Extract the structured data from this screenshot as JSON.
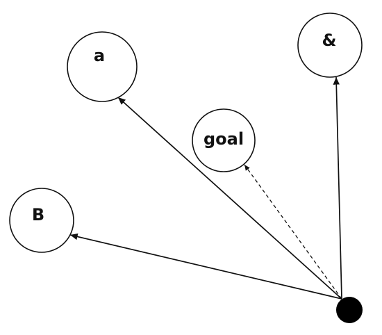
{
  "nodes": [
    {
      "id": "a",
      "label": "a"
    },
    {
      "id": "amp",
      "label": "&"
    },
    {
      "id": "goal",
      "label": "goal"
    },
    {
      "id": "b",
      "label": "B"
    }
  ],
  "edges": [
    {
      "from": "origin",
      "to": "a",
      "style": "solid"
    },
    {
      "from": "origin",
      "to": "amp",
      "style": "solid"
    },
    {
      "from": "origin",
      "to": "goal",
      "style": "dashed"
    },
    {
      "from": "origin",
      "to": "b",
      "style": "solid"
    }
  ],
  "colors": {
    "stroke": "#111111",
    "fill": "#ffffff",
    "origin": "#000000"
  }
}
